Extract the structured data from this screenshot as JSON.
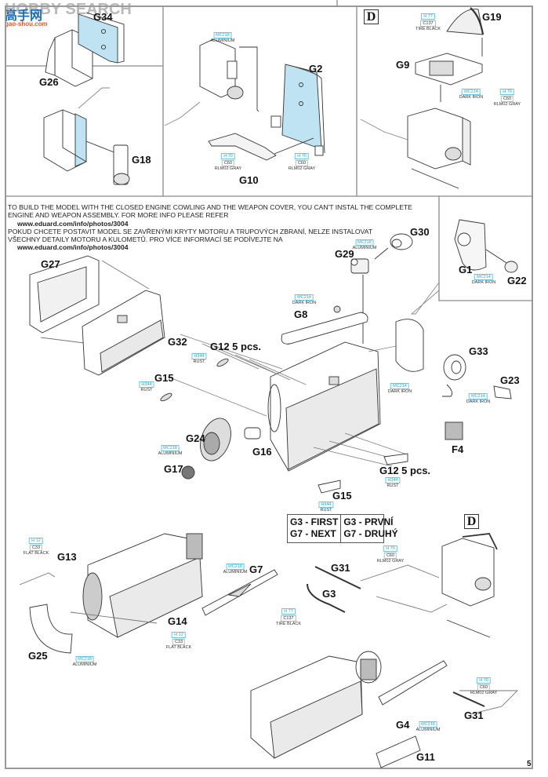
{
  "watermark": {
    "site_text": "HOBBY SEARCH",
    "logo_text": "高手网",
    "logo_url_text": "gao-shou.com"
  },
  "page_number": "5",
  "section_marker": "D",
  "note": {
    "en_line1": "TO BUILD THE MODEL WITH THE CLOSED ENGINE COWLING AND THE WEAPON COVER, YOU CAN'T INSTAL THE COMPLETE",
    "en_line2": "ENGINE AND WEAPON ASSEMBLY. FOR MORE INFO PLEASE REFER",
    "en_url": "www.eduard.com/info/photos/3004",
    "cz_line1": "POKUD CHCETE POSTAVIT MODEL SE ZAVŘENÝMI KRYTY MOTORU A TRUPOVÝCH ZBRANÍ, NELZE INSTALOVAT",
    "cz_line2": "VŠECHNY DETAILY MOTORU A KULOMETŮ. PRO VÍCE INFORMACÍ SE PODÍVEJTE NA",
    "cz_url": "www.eduard.com/info/photos/3004"
  },
  "sequence_box": {
    "en_line1": "G3 - FIRST",
    "en_line2": "G7 - NEXT",
    "cz_line1": "G3 - PRVNÍ",
    "cz_line2": "G7 - DRUHÝ"
  },
  "parts": {
    "G34": "G34",
    "G26": "G26",
    "G18": "G18",
    "G2": "G2",
    "G10": "G10",
    "G19": "G19",
    "G9": "G9",
    "G30": "G30",
    "G29": "G29",
    "G1": "G1",
    "G22": "G22",
    "G27": "G27",
    "G32": "G32",
    "G8": "G8",
    "G12a": "G12 5 pcs.",
    "G15a": "G15",
    "G33": "G33",
    "G23": "G23",
    "F4": "F4",
    "G24": "G24",
    "G16": "G16",
    "G17": "G17",
    "G12b": "G12 5 pcs.",
    "G15b": "G15",
    "G13": "G13",
    "G14": "G14",
    "G25": "G25",
    "G7": "G7",
    "G31a": "G31",
    "G3": "G3",
    "G4": "G4",
    "G31b": "G31",
    "G11": "G11"
  },
  "paints": {
    "aluminium_mc218": {
      "code": "MC218",
      "name": "ALUMINIUM"
    },
    "dark_iron_mc214": {
      "code": "MC214",
      "name": "DARK IRON"
    },
    "rust_h344": {
      "code": "H344",
      "name": "RUST"
    },
    "rlm02_gray": {
      "code": "H 70",
      "code2": "C60",
      "name": "RLM02 GRAY"
    },
    "tire_black": {
      "code": "H 77",
      "code2": "C137",
      "name": "TIRE BLACK"
    },
    "flat_black": {
      "code": "H 12",
      "code2": "C33",
      "name": "FLAT BLACK"
    }
  },
  "colors": {
    "highlight_blue": "#bfe3f2",
    "paint_code_blue": "#2aa6d4",
    "frame_gray": "#9a9a9a"
  }
}
